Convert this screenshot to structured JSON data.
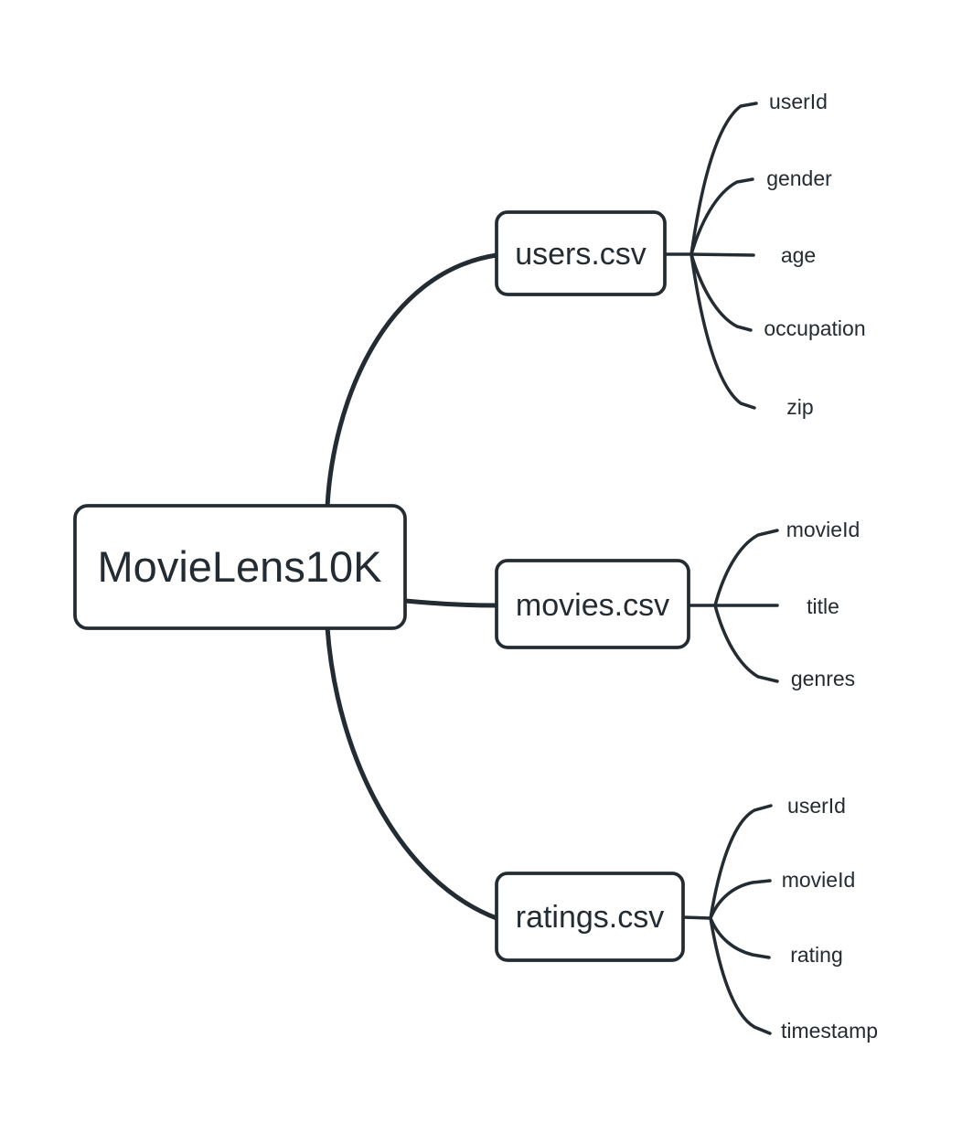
{
  "colors": {
    "stroke": "#242c33",
    "text": "#242c33",
    "node_fill": "#ffffff",
    "background": "#ffffff"
  },
  "root": {
    "label": "MovieLens10K"
  },
  "branches": [
    {
      "label": "users.csv",
      "leaves": [
        "userId",
        "gender",
        "age",
        "occupation",
        "zip"
      ]
    },
    {
      "label": "movies.csv",
      "leaves": [
        "movieId",
        "title",
        "genres"
      ]
    },
    {
      "label": "ratings.csv",
      "leaves": [
        "userId",
        "movieId",
        "rating",
        "timestamp"
      ]
    }
  ]
}
